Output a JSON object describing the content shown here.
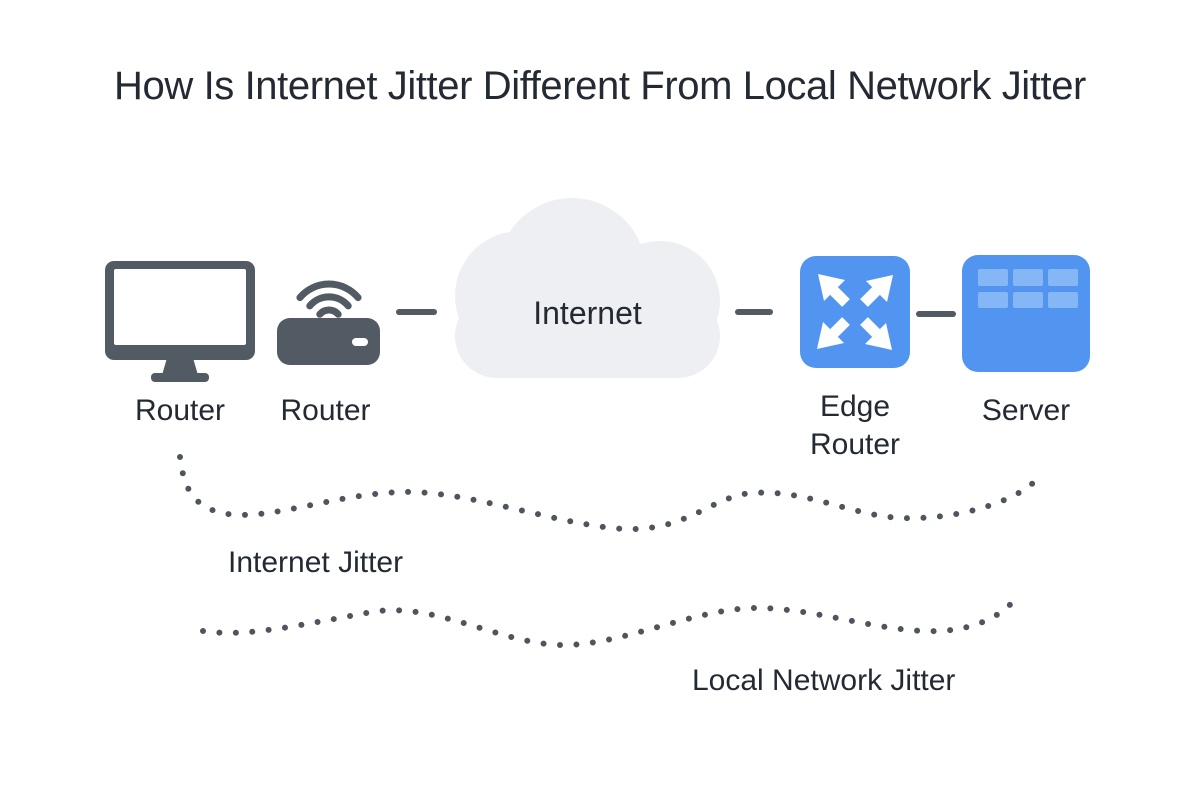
{
  "title": "How Is Internet Jitter Different From Local Network Jitter",
  "diagram": {
    "nodes": {
      "computer": {
        "label": "Router",
        "icon": "monitor-icon"
      },
      "wifi_router": {
        "label": "Router",
        "icon": "wifi-router-icon"
      },
      "internet": {
        "label": "Internet",
        "icon": "cloud-icon"
      },
      "edge_router": {
        "label": "Edge Router",
        "icon": "crossed-arrows-icon"
      },
      "server": {
        "label": "Server",
        "icon": "server-rack-icon"
      }
    },
    "annotations": {
      "internet_jitter": {
        "label": "Internet Jitter"
      },
      "local_network_jitter": {
        "label": "Local Network Jitter"
      }
    }
  },
  "colors": {
    "background": "#FFFFFF",
    "text": "#242A33",
    "slate": "#525A64",
    "dots": "#4E555F",
    "cloud": "#EDEFF2",
    "blue": "#5295F1",
    "blue_light": "#85B7F6"
  }
}
